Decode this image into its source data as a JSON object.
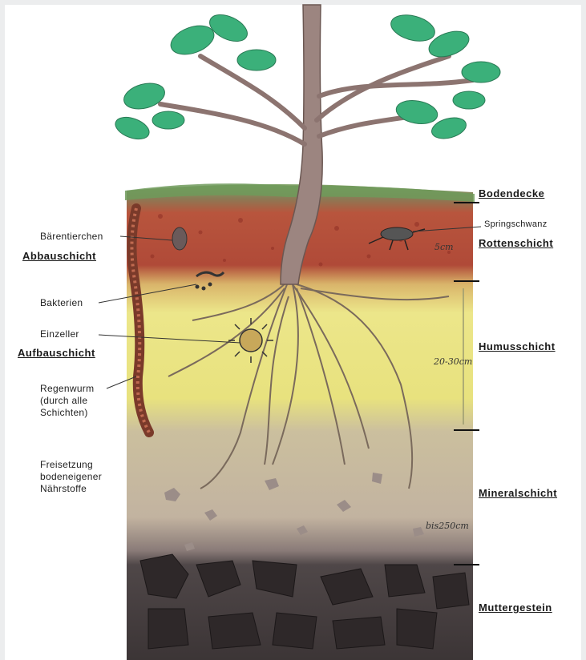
{
  "layers": {
    "bodendecke": "Bodendecke",
    "rottenschicht": "Rottenschicht",
    "humusschicht": "Humusschicht",
    "mineralschicht": "Mineralschicht",
    "muttergestein": "Muttergestein"
  },
  "functions": {
    "abbau": "Abbauschicht",
    "aufbau": "Aufbauschicht"
  },
  "organisms": {
    "baerentierchen": "Bärentierchen",
    "bakterien": "Bakterien",
    "einzeller": "Einzeller",
    "regenwurm": [
      "Regenwurm",
      "(durch alle",
      "Schichten)"
    ],
    "springschwanz": "Springschwanz"
  },
  "notes": {
    "freisetzung": [
      "Freisetzung",
      "bodeneigener",
      "Nährstoffe"
    ]
  },
  "depths": {
    "rotten": "5cm",
    "humus": "20-30cm",
    "mineral": "bis250cm"
  },
  "colors": {
    "leaf": "#3bb07a",
    "trunk": "#9c8580",
    "bodendecke": "#6f9a5a",
    "rottenschicht": "#b34a36",
    "humusschicht": "#e6e07a",
    "mineralschicht": "#c9b9a4",
    "muttergestein": "#4a4344"
  }
}
